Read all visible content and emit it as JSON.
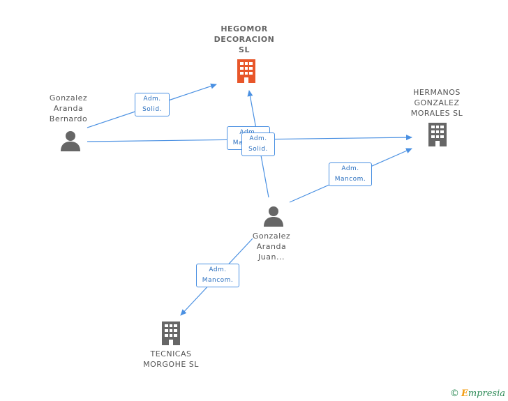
{
  "nodes": {
    "hegomor": {
      "label": "HEGOMOR\nDECORACION\nSL",
      "icon": "building-icon",
      "color": "#e8562a"
    },
    "hermanos": {
      "label": "HERMANOS\nGONZALEZ\nMORALES SL",
      "icon": "building-icon",
      "color": "#666666"
    },
    "tecnicas": {
      "label": "TECNICAS\nMORGOHE SL",
      "icon": "building-icon",
      "color": "#666666"
    },
    "bernardo": {
      "label": "Gonzalez\nAranda\nBernardo",
      "icon": "person-icon",
      "color": "#666666"
    },
    "juan": {
      "label": "Gonzalez\nAranda\nJuan...",
      "icon": "person-icon",
      "color": "#666666"
    }
  },
  "edges": [
    {
      "from": "bernardo",
      "to": "hegomor",
      "line1": "Adm.",
      "line2": "Solid."
    },
    {
      "from": "bernardo",
      "to": "hermanos",
      "line1": "Adm.",
      "line2": "Mancom."
    },
    {
      "from": "juan",
      "to": "hegomor",
      "line1": "Adm.",
      "line2": "Solid."
    },
    {
      "from": "juan",
      "to": "hermanos",
      "line1": "Adm.",
      "line2": "Mancom."
    },
    {
      "from": "juan",
      "to": "tecnicas",
      "line1": "Adm.",
      "line2": "Mancom."
    }
  ],
  "colors": {
    "edge": "#4a90e2"
  },
  "footer": {
    "copyright": "©",
    "brand_first": "E",
    "brand_rest": "mpresia"
  }
}
